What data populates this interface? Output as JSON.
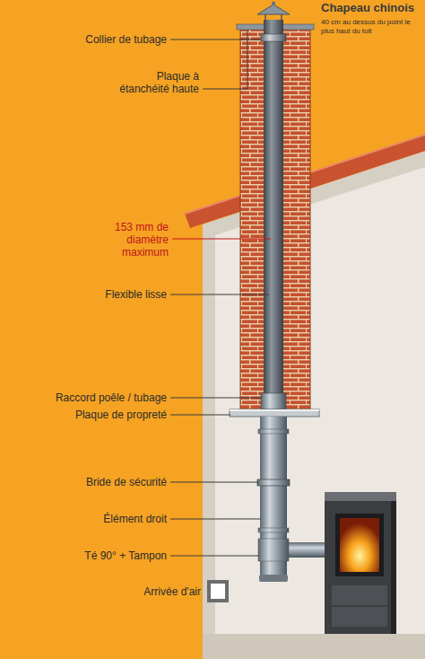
{
  "diagram": {
    "labels": [
      "Collier de tubage",
      "Chapeau chinois",
      "40 cm au dessus du point le plus haut du toit",
      "Plaque à étanchéité haute",
      "153 mm de diamètre maximum",
      "Flexible lisse",
      "Raccord poêle / tubage",
      "Plaque de propreté",
      "Bride de sécurité",
      "Élément droit",
      "Té 90° + Tampon",
      "Arrivée d'air"
    ]
  }
}
